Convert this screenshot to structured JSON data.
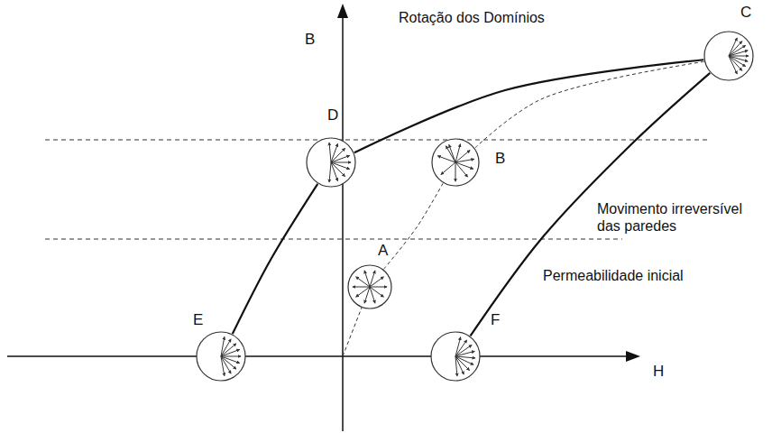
{
  "diagram": {
    "nodes": [
      {
        "text": [
          "C"
        ]
      },
      {
        "text": [
          "D"
        ]
      },
      {
        "text": [
          "B"
        ]
      },
      {
        "text": [
          "A"
        ]
      },
      {
        "text": [
          "E"
        ]
      },
      {
        "text": [
          "F"
        ]
      }
    ],
    "edges": [
      {
        "from": 4,
        "to": 1,
        "arrow": "none"
      },
      {
        "from": 1,
        "to": 0,
        "arrow": "none"
      },
      {
        "from": 0,
        "to": 5,
        "arrow": "none"
      },
      {
        "from": 3,
        "to": 2,
        "arrow": "none"
      },
      {
        "from": 2,
        "to": 0,
        "arrow": "none"
      }
    ],
    "labels": [
      "B",
      "Rotação dos Domínios",
      "Movimento irreversível das paredes",
      "Permeabilidade inicial",
      "H"
    ]
  }
}
